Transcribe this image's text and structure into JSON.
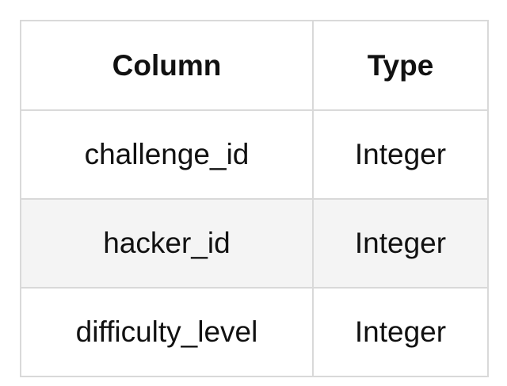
{
  "table": {
    "headers": [
      "Column",
      "Type"
    ],
    "rows": [
      [
        "challenge_id",
        "Integer"
      ],
      [
        "hacker_id",
        "Integer"
      ],
      [
        "difficulty_level",
        "Integer"
      ]
    ]
  },
  "colors": {
    "border": "#d9d9d9",
    "stripe": "#f4f4f4",
    "text": "#111111"
  }
}
